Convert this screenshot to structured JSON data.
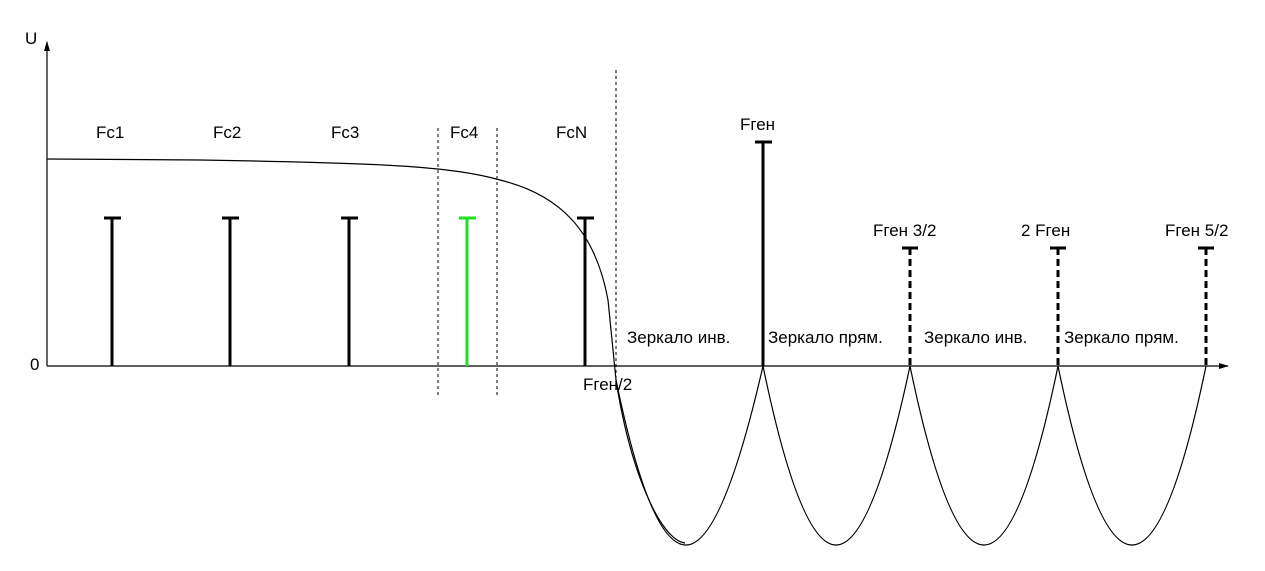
{
  "axes": {
    "y_label": "U",
    "origin_label": "0"
  },
  "signals": [
    {
      "label": "Fc1"
    },
    {
      "label": "Fc2"
    },
    {
      "label": "Fc3"
    },
    {
      "label": "Fc4",
      "highlighted": true
    },
    {
      "label": "FcN"
    }
  ],
  "markers": {
    "half_gen": "Fген/2",
    "gen": "Fген",
    "gen_3_2": "Fген 3/2",
    "gen_2": "2 Fген",
    "gen_5_2": "Fген 5/2"
  },
  "mirror_zones": [
    "Зеркало инв.",
    "Зеркало прям.",
    "Зеркало инв.",
    "Зеркало прям."
  ],
  "colors": {
    "line": "#000000",
    "highlight": "#22dd22"
  }
}
